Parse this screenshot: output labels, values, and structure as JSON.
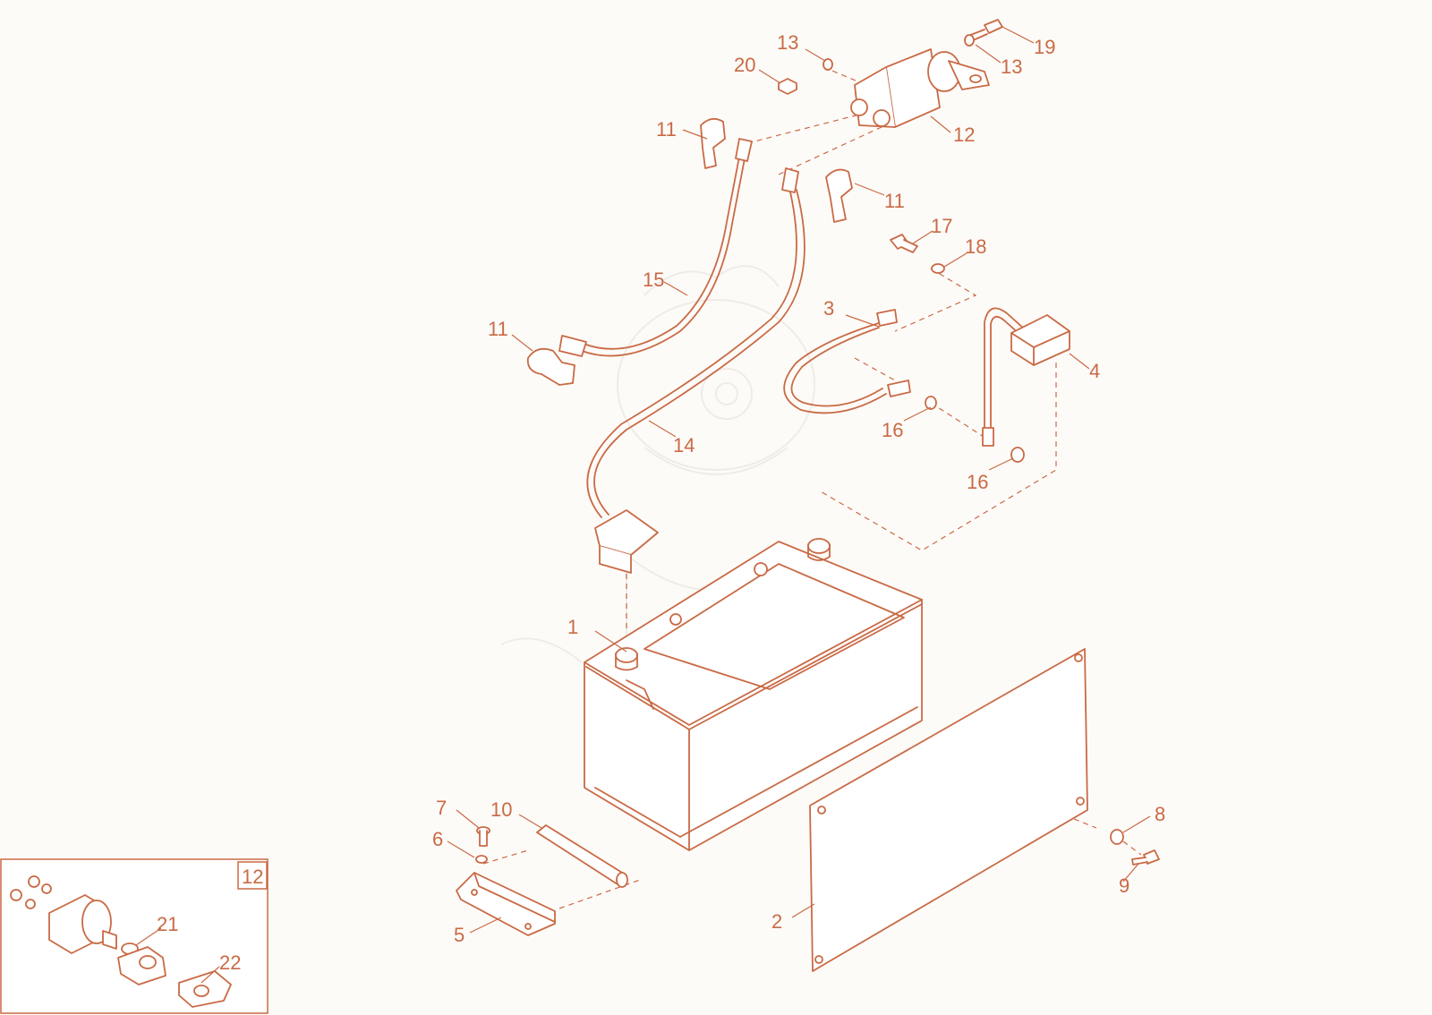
{
  "colors": {
    "ink": "#c96a45",
    "background": "#fdfbf8"
  },
  "callouts": {
    "c1": "1",
    "c2": "2",
    "c3": "3",
    "c4": "4",
    "c5": "5",
    "c6": "6",
    "c7": "7",
    "c8": "8",
    "c9": "9",
    "c10": "10",
    "c11a": "11",
    "c11b": "11",
    "c11c": "11",
    "c12": "12",
    "c13a": "13",
    "c13b": "13",
    "c14": "14",
    "c15": "15",
    "c16a": "16",
    "c16b": "16",
    "c17": "17",
    "c18": "18",
    "c19": "19",
    "c20": "20",
    "c21": "21",
    "c22": "22"
  },
  "inset": {
    "badge": "12"
  }
}
